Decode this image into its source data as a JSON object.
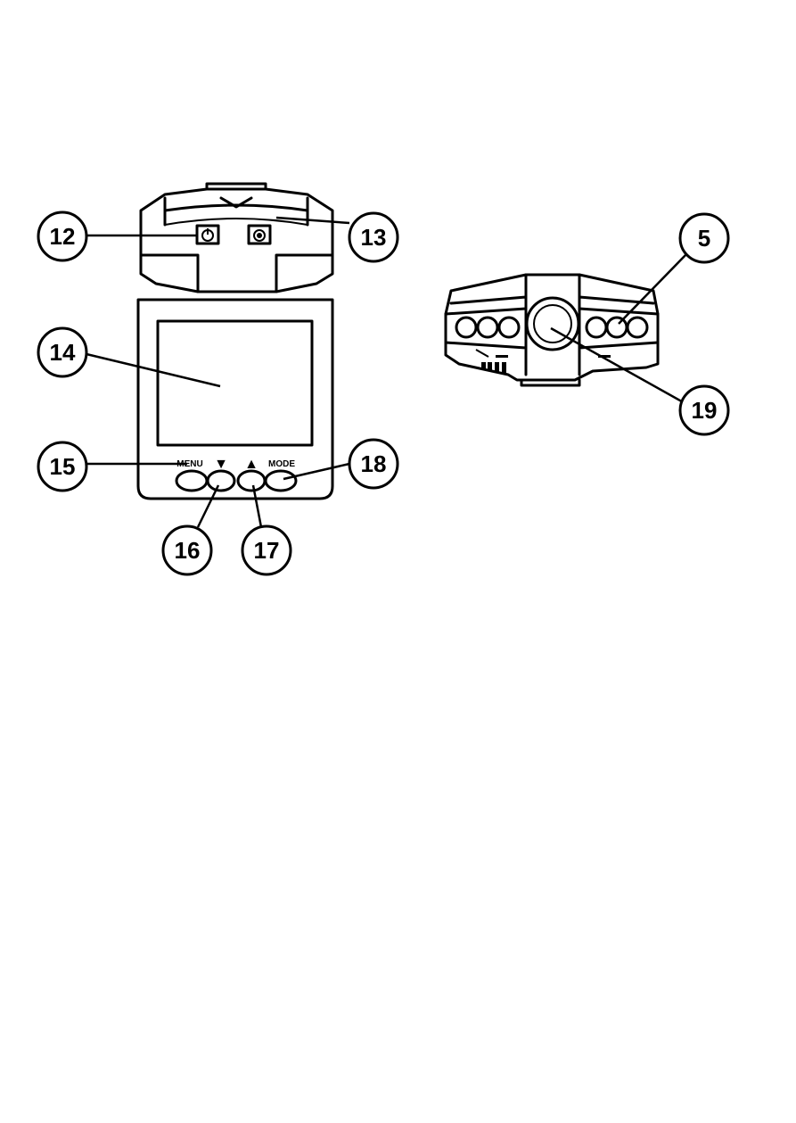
{
  "callouts": {
    "c12": "12",
    "c13": "13",
    "c14": "14",
    "c15": "15",
    "c16": "16",
    "c17": "17",
    "c18": "18",
    "c5": "5",
    "c19": "19"
  },
  "buttons": {
    "menu_label": "MENU",
    "down_symbol": "▼",
    "up_symbol": "▲",
    "mode_label": "MODE"
  },
  "icons": {
    "top_left": "power-icon",
    "top_right": "record-icon"
  },
  "colors": {
    "ink": "#000000",
    "paper": "#ffffff"
  }
}
